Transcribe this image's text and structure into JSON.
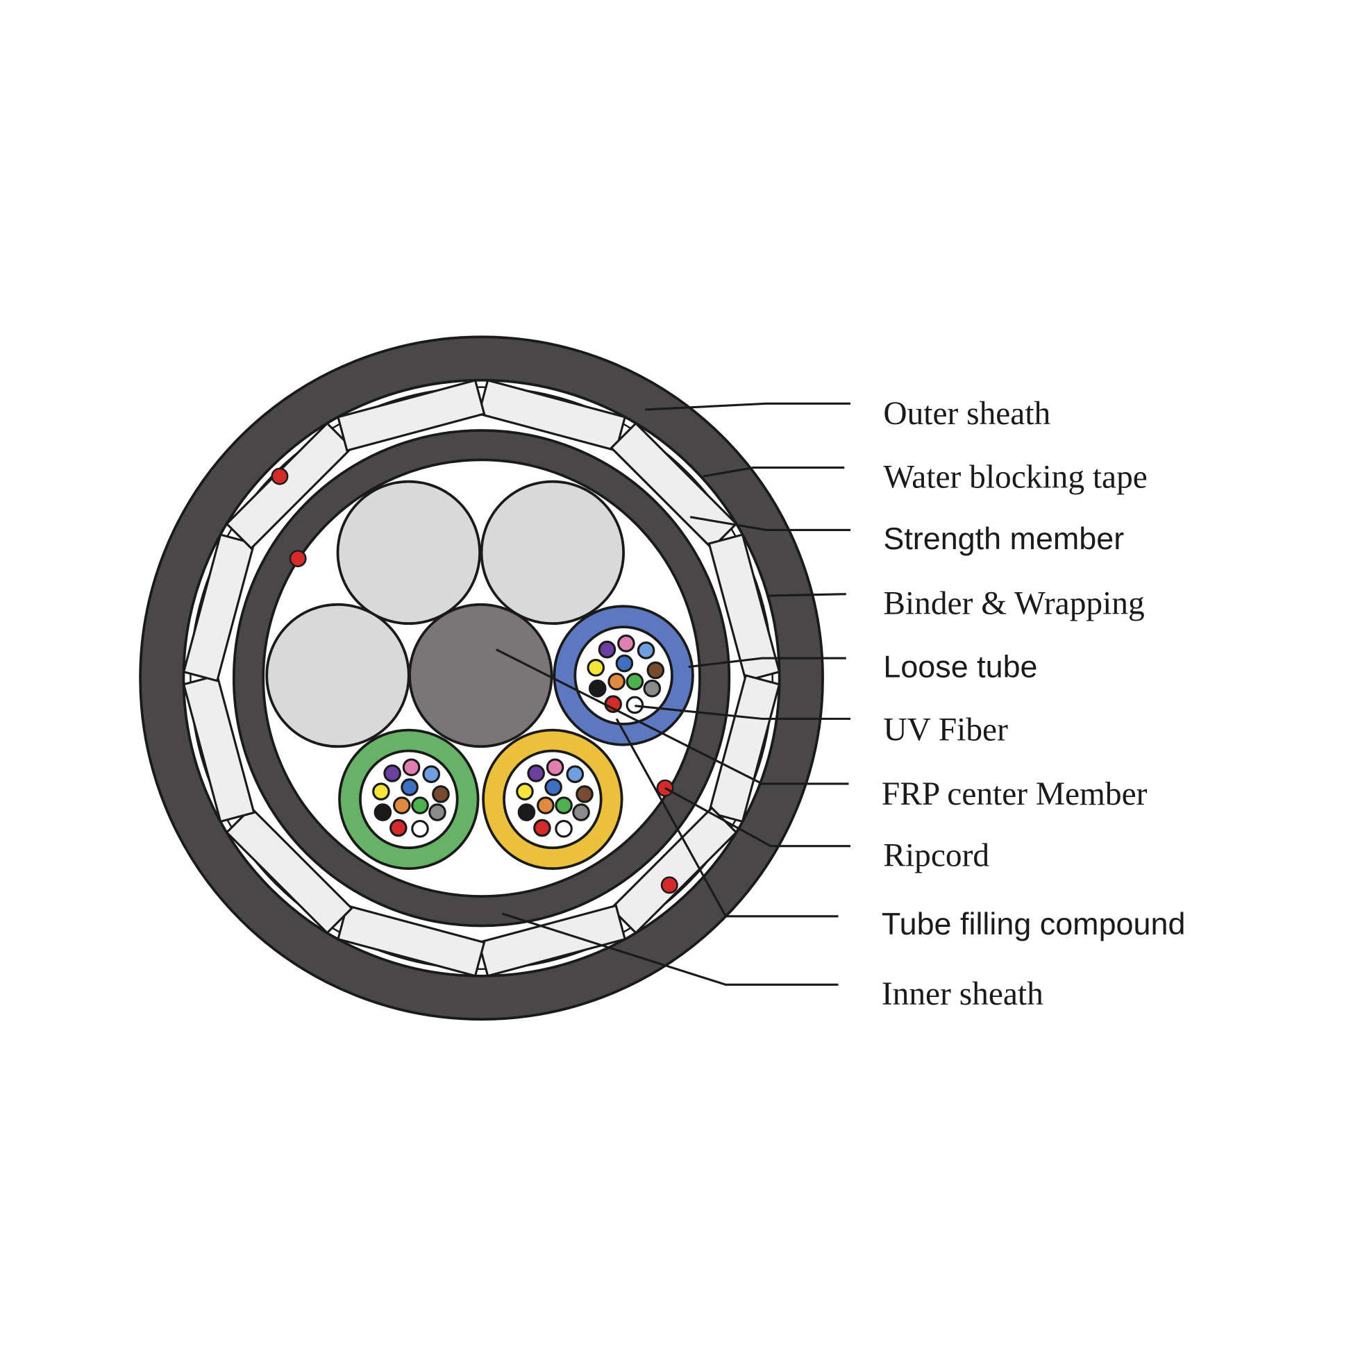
{
  "labels": {
    "outer_sheath": "Outer sheath",
    "water_blocking_tape": "Water blocking tape",
    "strength_member": "Strength member",
    "binder_wrapping": "Binder & Wrapping",
    "loose_tube": "Loose tube",
    "uv_fiber": "UV Fiber",
    "frp_center_member": "FRP center Member",
    "ripcord": "Ripcord",
    "tube_filling_compound": "Tube filling compound",
    "inner_sheath": "Inner sheath"
  },
  "colors": {
    "sheath": "#4a4749",
    "filler": "#d9d9d9",
    "frp": "#7a7576",
    "strength": "#eeeeee",
    "ripcord": "#d42a2a",
    "tube_blue": "#5b78c0",
    "tube_green": "#66b266",
    "tube_yellow": "#ecc03c"
  },
  "fiber_colors": [
    "#6a3fa0",
    "#e07fb0",
    "#6f9fe0",
    "#f5e53a",
    "#3f6fc0",
    "#7a4a30",
    "#e08a40",
    "#4cb04c",
    "#8a8a8a",
    "#1a1a1a",
    "#d42a2a",
    "#ffffff"
  ]
}
